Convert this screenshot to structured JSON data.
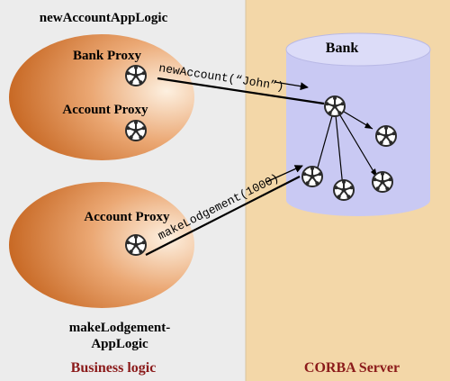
{
  "zones": {
    "left": {
      "label": "Business logic",
      "bg": "#ececec",
      "label_color": "#8b1a1a"
    },
    "right": {
      "label": "CORBA Server",
      "bg": "#f3d7a8",
      "label_color": "#8b1a1a"
    }
  },
  "app_top": {
    "title": "newAccountAppLogic",
    "proxy_1": "Bank Proxy",
    "proxy_2": "Account Proxy"
  },
  "app_bottom": {
    "title_line1": "makeLodgement-",
    "title_line2": "AppLogic",
    "proxy": "Account Proxy"
  },
  "bank": {
    "label": "Bank",
    "fill": "#c9c9f3"
  },
  "calls": {
    "new_account": "newAccount(“John”)",
    "make_lodgement": "makeLodgement(1000)"
  },
  "colors": {
    "ellipse_dark": "#c4621c",
    "ellipse_light": "#fbe3c6",
    "wheel": "#2a2a2a"
  }
}
